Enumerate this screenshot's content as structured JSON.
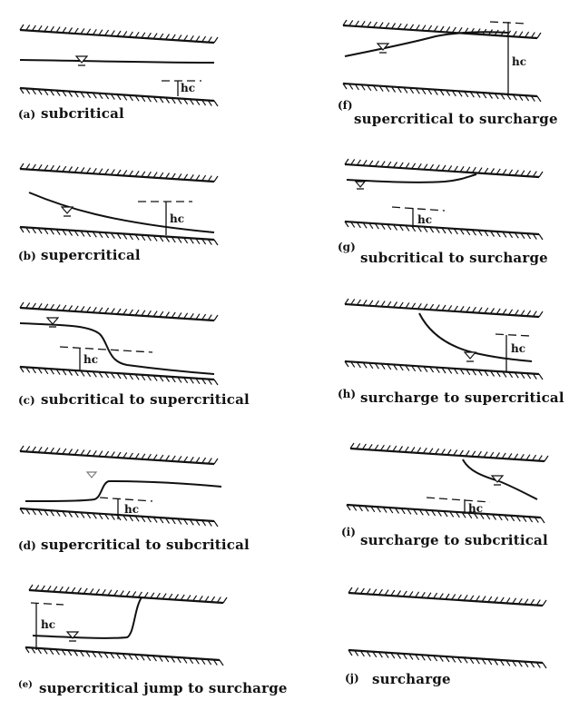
{
  "figure": {
    "critical_depth_symbol": "hc",
    "panels": [
      {
        "id": "a",
        "label": "(a)",
        "caption": "subcritical"
      },
      {
        "id": "b",
        "label": "(b)",
        "caption": "supercritical"
      },
      {
        "id": "c",
        "label": "(c)",
        "caption": "subcritical to supercritical"
      },
      {
        "id": "d",
        "label": "(d)",
        "caption": "supercritical to subcritical"
      },
      {
        "id": "e",
        "label": "(e)",
        "caption": "supercritical jump to surcharge"
      },
      {
        "id": "f",
        "label": "(f)",
        "caption": "supercritical to surcharge"
      },
      {
        "id": "g",
        "label": "(g)",
        "caption": "subcritical to surcharge"
      },
      {
        "id": "h",
        "label": "(h)",
        "caption": "surcharge to supercritical"
      },
      {
        "id": "i",
        "label": "(i)",
        "caption": "surcharge to subcritical"
      },
      {
        "id": "j",
        "label": "(j)",
        "caption": "surcharge"
      }
    ]
  }
}
